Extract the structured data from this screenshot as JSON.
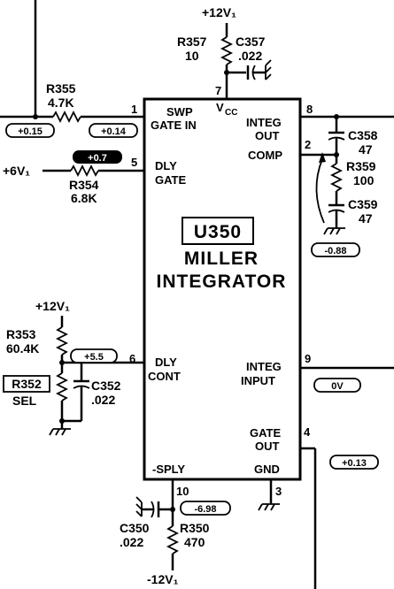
{
  "chip": {
    "designator": "U350",
    "name_line1": "MILLER",
    "name_line2": "INTEGRATOR"
  },
  "pins": [
    {
      "number": "1",
      "label_line1": "SWP",
      "label_line2": "GATE IN"
    },
    {
      "number": "5",
      "label_line1": "DLY",
      "label_line2": "GATE"
    },
    {
      "number": "6",
      "label_line1": "DLY",
      "label_line2": "CONT"
    },
    {
      "number": "7",
      "label_line1": "V",
      "label_line2": "CC"
    },
    {
      "number": "8",
      "label_line1": "INTEG",
      "label_line2": "OUT"
    },
    {
      "number": "2",
      "label_line1": "COMP",
      "label_line2": ""
    },
    {
      "number": "9",
      "label_line1": "INTEG",
      "label_line2": "INPUT"
    },
    {
      "number": "4",
      "label_line1": "GATE",
      "label_line2": "OUT"
    },
    {
      "number": "10",
      "label_line1": "-SPLY",
      "label_line2": ""
    },
    {
      "number": "3",
      "label_line1": "GND",
      "label_line2": ""
    }
  ],
  "supplies": {
    "top": "+12V₁",
    "left_6v": "+6V₁",
    "left_12v": "+12V₁",
    "bottom": "-12V₁"
  },
  "components": {
    "r357": {
      "ref": "R357",
      "value": "10"
    },
    "c357": {
      "ref": "C357",
      "value": ".022"
    },
    "r355": {
      "ref": "R355",
      "value": "4.7K"
    },
    "r354": {
      "ref": "R354",
      "value": "6.8K"
    },
    "c358": {
      "ref": "C358",
      "value": "47"
    },
    "r359": {
      "ref": "R359",
      "value": "100"
    },
    "c359": {
      "ref": "C359",
      "value": "47"
    },
    "r353": {
      "ref": "R353",
      "value": "60.4K"
    },
    "r352": {
      "ref": "R352",
      "value": "SEL"
    },
    "c352": {
      "ref": "C352",
      "value": ".022"
    },
    "c350": {
      "ref": "C350",
      "value": ".022"
    },
    "r350": {
      "ref": "R350",
      "value": "470"
    }
  },
  "voltages": {
    "v_left1": "+0.15",
    "v_pin1": "+0.14",
    "v_pin5": "+0.7",
    "v_comp": "-0.88",
    "v_pin6": "+5.5",
    "v_pin9": "0V",
    "v_pin4": "+0.13",
    "v_pin10": "-6.98"
  }
}
